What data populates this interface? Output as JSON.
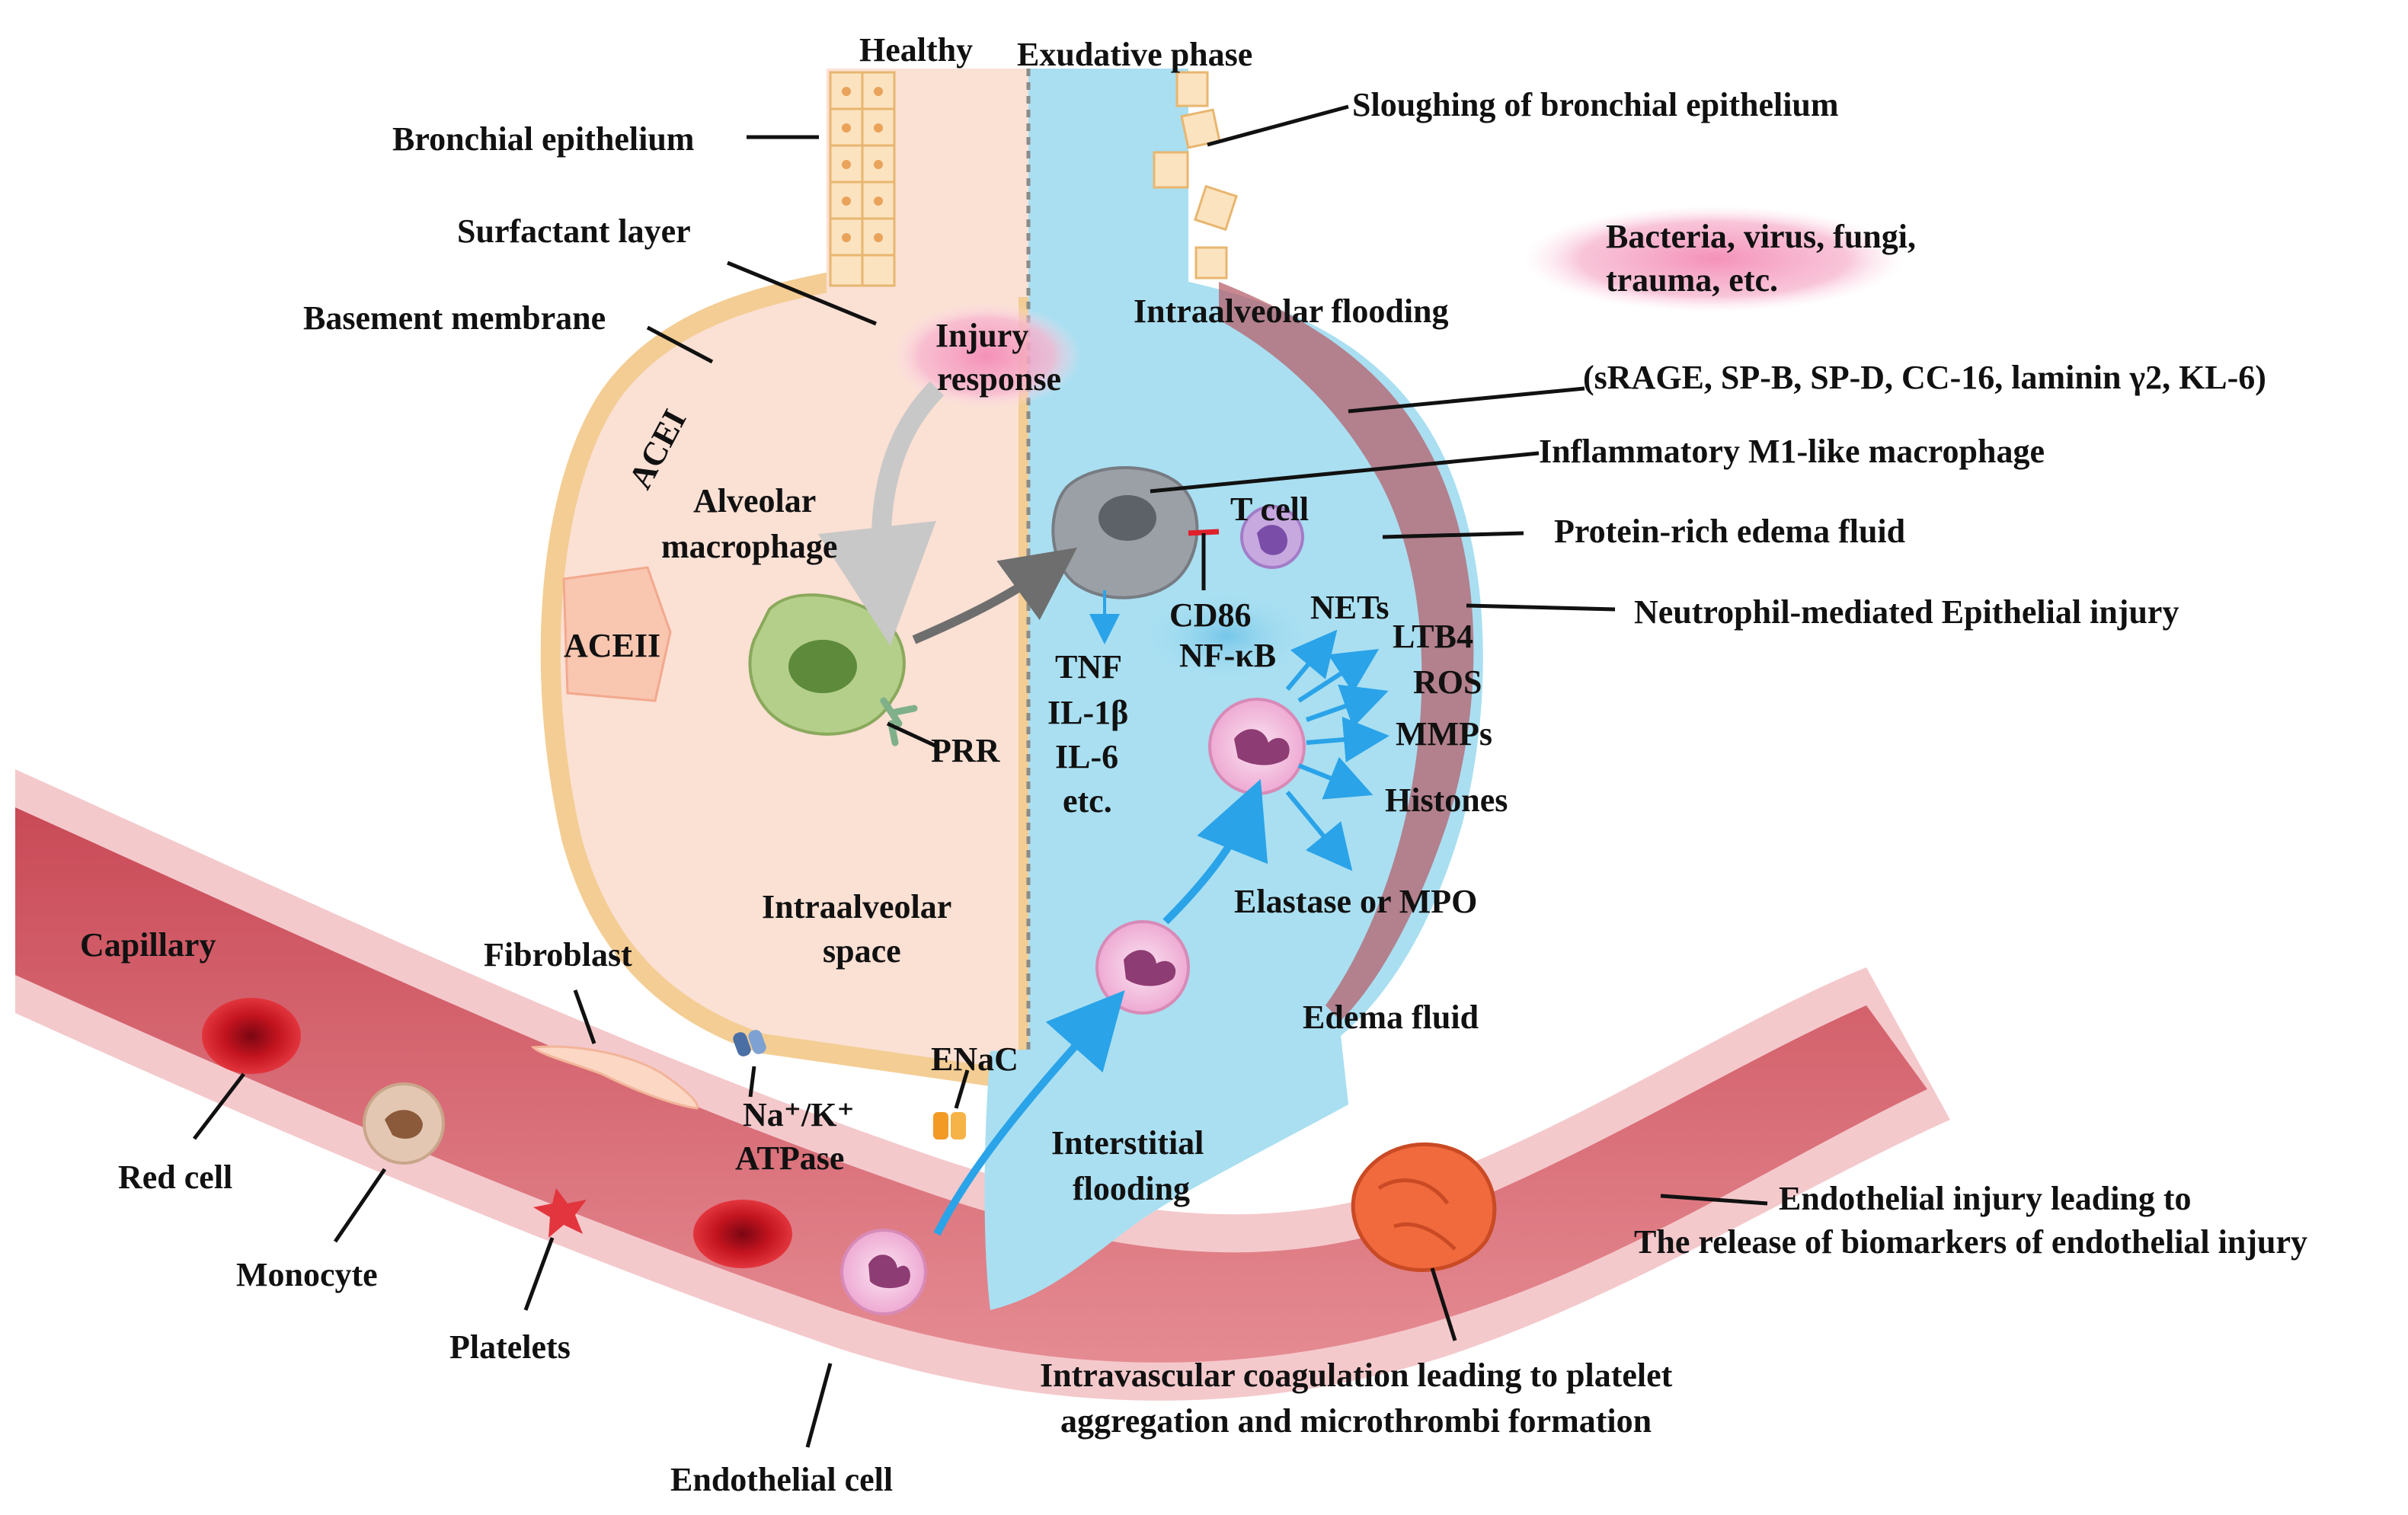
{
  "phases": {
    "healthy": "Healthy",
    "exudative": "Exudative phase"
  },
  "left_labels": {
    "bronchial_epithelium": "Bronchial epithelium",
    "surfactant_layer": "Surfactant layer",
    "basement_membrane": "Basement membrane",
    "acei": "ACEI",
    "aceii": "ACEII",
    "alveolar_macrophage_1": "Alveolar",
    "alveolar_macrophage_2": "macrophage",
    "injury_response_1": "Injury",
    "injury_response_2": "response",
    "prr": "PRR",
    "intraalveolar_space_1": "Intraalveolar",
    "intraalveolar_space_2": "space",
    "fibroblast": "Fibroblast",
    "na_k_atpase_1": "Na⁺/K⁺",
    "na_k_atpase_2": "ATPase",
    "enac": "ENaC"
  },
  "right_labels": {
    "sloughing": "Sloughing of bronchial epithelium",
    "causes_1": "Bacteria, virus, fungi,",
    "causes_2": "trauma, etc.",
    "intraalveolar_flooding": "Intraalveolar flooding",
    "biomarkers": "(sRAGE, SP-B, SP-D, CC-16, laminin γ2, KL-6)",
    "m1_macrophage": "Inflammatory M1-like macrophage",
    "t_cell": "T cell",
    "edema_fluid_protein": "Protein-rich edema fluid",
    "neutrophil_injury": "Neutrophil-mediated Epithelial injury",
    "cd86": "CD86",
    "nfkb": "NF-κB",
    "cytokines": [
      "TNF",
      "IL-1β",
      "IL-6",
      "etc."
    ],
    "mediators": [
      "NETs",
      "LTB4",
      "ROS",
      "MMPs",
      "Histones",
      "Elastase or MPO"
    ],
    "edema_fluid": "Edema fluid",
    "interstitial_flooding_1": "Interstitial",
    "interstitial_flooding_2": "flooding"
  },
  "vessel_labels": {
    "capillary": "Capillary",
    "red_cell": "Red cell",
    "monocyte": "Monocyte",
    "platelets": "Platelets",
    "endothelial_cell": "Endothelial cell",
    "coagulation_1": "Intravascular coagulation leading to platelet",
    "coagulation_2": "aggregation and microthrombi formation",
    "endothelial_injury_1": "Endothelial injury leading to",
    "endothelial_injury_2": "The release of biomarkers of  endothelial injury"
  },
  "colors": {
    "healthy_bg": "#fbe0d4",
    "edema_bg": "#a9dff1",
    "vessel": "#d96a72",
    "vessel_dark": "#b3394a",
    "membrane": "#f6d9a8",
    "pink_highlight": "#f7b6cf",
    "arrow_blue": "#2aa3e8"
  }
}
